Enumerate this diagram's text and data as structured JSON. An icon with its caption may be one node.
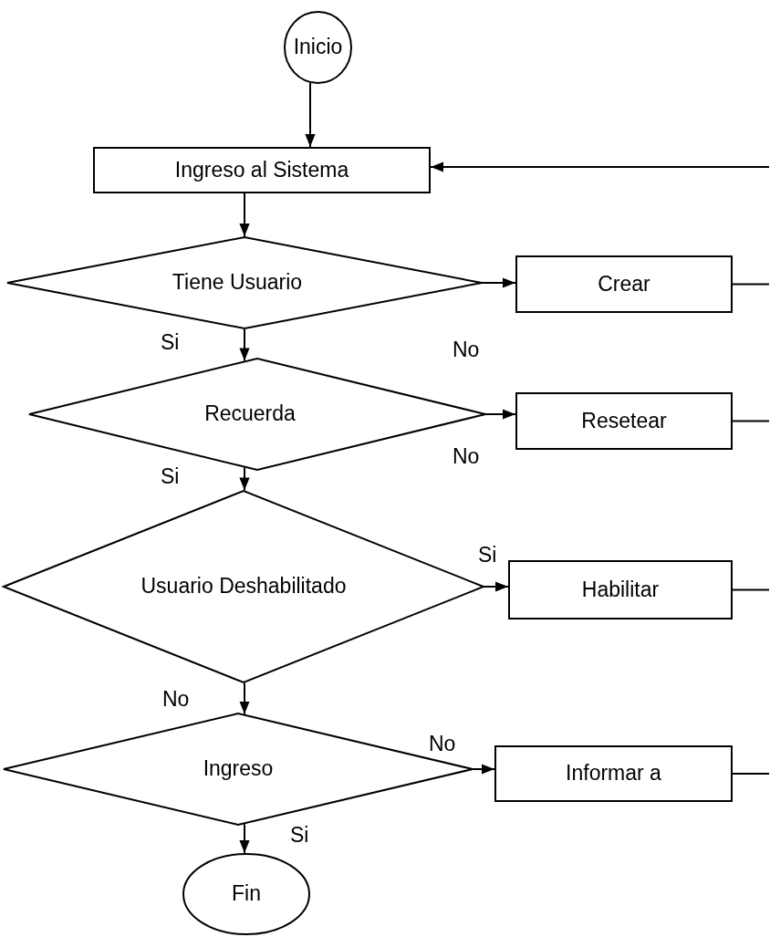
{
  "diagram": {
    "nodes": [
      {
        "text": [
          "Inicio"
        ]
      },
      {
        "text": [
          "Ingreso al Sistema"
        ]
      },
      {
        "text": [
          "Tiene Usuario"
        ]
      },
      {
        "text": [
          "Crear"
        ]
      },
      {
        "text": [
          "Recuerda"
        ]
      },
      {
        "text": [
          "Resetear"
        ]
      },
      {
        "text": [
          "Usuario Deshabilitado"
        ]
      },
      {
        "text": [
          "Habilitar"
        ]
      },
      {
        "text": [
          "Ingreso"
        ]
      },
      {
        "text": [
          "Informar a"
        ]
      },
      {
        "text": [
          "Fin"
        ]
      }
    ],
    "edges": [
      {
        "from": 0,
        "to": 1,
        "arrow": "to"
      },
      {
        "from": 1,
        "to": 2,
        "arrow": "to"
      },
      {
        "from": 2,
        "to": 3,
        "arrow": "to",
        "label": "No"
      },
      {
        "from": 2,
        "to": 4,
        "arrow": "to",
        "label": "Si"
      },
      {
        "from": 4,
        "to": 5,
        "arrow": "to",
        "label": "No"
      },
      {
        "from": 4,
        "to": 6,
        "arrow": "to",
        "label": "Si"
      },
      {
        "from": 6,
        "to": 7,
        "arrow": "to",
        "label": "Si"
      },
      {
        "from": 6,
        "to": 8,
        "arrow": "to",
        "label": "No"
      },
      {
        "from": 8,
        "to": 9,
        "arrow": "to",
        "label": "No"
      },
      {
        "from": 8,
        "to": 10,
        "arrow": "to",
        "label": "Si"
      },
      {
        "from": 3,
        "to": null,
        "arrow": "none"
      },
      {
        "from": 5,
        "to": null,
        "arrow": "none"
      },
      {
        "from": 7,
        "to": null,
        "arrow": "none"
      },
      {
        "from": 9,
        "to": null,
        "arrow": "none"
      },
      {
        "from": null,
        "to": 1,
        "arrow": "to"
      }
    ]
  }
}
